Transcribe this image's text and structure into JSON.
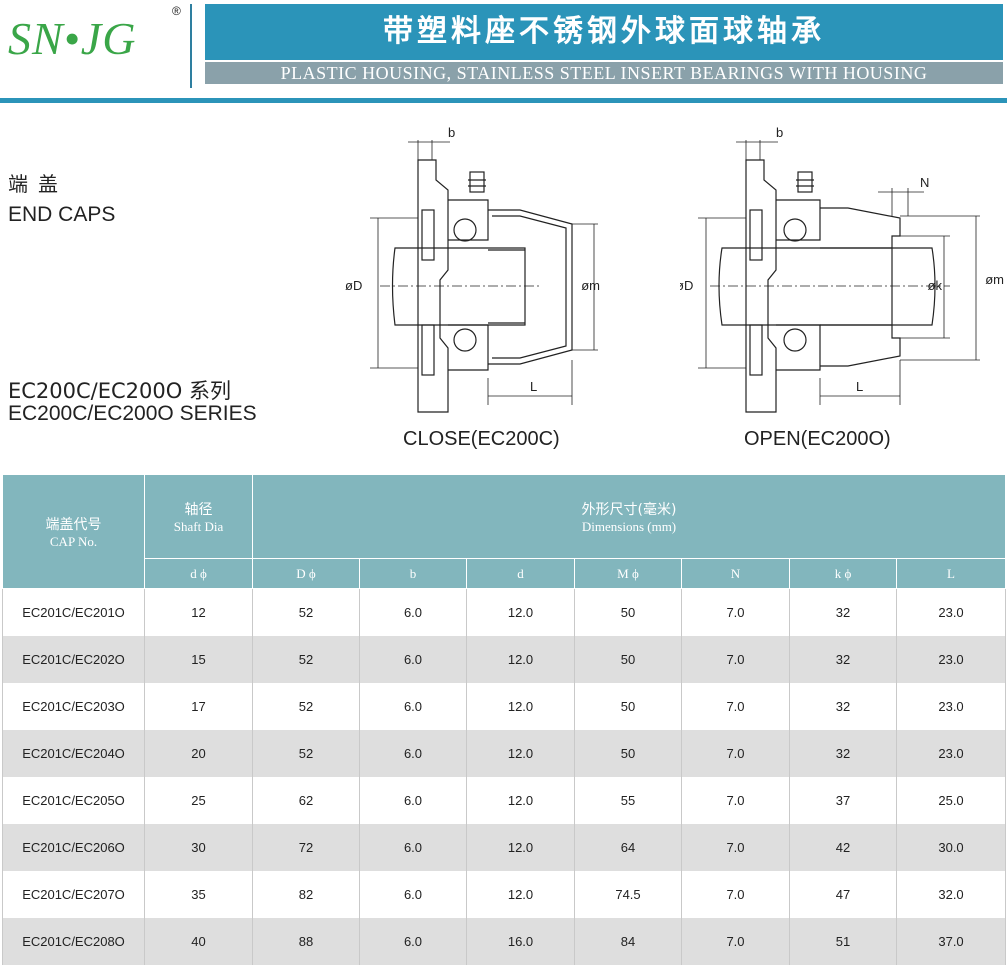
{
  "header": {
    "logo": "SN•JG",
    "reg_mark": "®",
    "title_cn": "带塑料座不锈钢外球面球轴承",
    "title_en": "PLASTIC HOUSING, STAINLESS STEEL INSERT BEARINGS WITH HOUSING"
  },
  "section": {
    "name_cn": "端盖",
    "name_en": "END CAPS",
    "series_cn": "EC200C/EC200O 系列",
    "series_en": "EC200C/EC200O SERIES"
  },
  "diagrams": {
    "close": {
      "caption": "CLOSE(EC200C)",
      "labels": {
        "b": "b",
        "D": "øD",
        "m": "øm",
        "L": "L"
      }
    },
    "open": {
      "caption": "OPEN(EC200O)",
      "labels": {
        "b": "b",
        "N": "N",
        "D": "øD",
        "k": "øk",
        "m": "øm",
        "L": "L"
      }
    }
  },
  "table": {
    "header": {
      "cap_cn": "端盖代号",
      "cap_en": "CAP No.",
      "shaft_cn": "轴径",
      "shaft_en": "Shaft  Dia",
      "dim_cn": "外形尺寸(毫米)",
      "dim_en": "Dimensions  (mm)"
    },
    "subheaders": [
      "d ϕ",
      "D ϕ",
      "b",
      "d",
      "M ϕ",
      "N",
      "k ϕ",
      "L"
    ],
    "rows": [
      [
        "EC201C/EC201O",
        "12",
        "52",
        "6.0",
        "12.0",
        "50",
        "7.0",
        "32",
        "23.0"
      ],
      [
        "EC201C/EC202O",
        "15",
        "52",
        "6.0",
        "12.0",
        "50",
        "7.0",
        "32",
        "23.0"
      ],
      [
        "EC201C/EC203O",
        "17",
        "52",
        "6.0",
        "12.0",
        "50",
        "7.0",
        "32",
        "23.0"
      ],
      [
        "EC201C/EC204O",
        "20",
        "52",
        "6.0",
        "12.0",
        "50",
        "7.0",
        "32",
        "23.0"
      ],
      [
        "EC201C/EC205O",
        "25",
        "62",
        "6.0",
        "12.0",
        "55",
        "7.0",
        "37",
        "25.0"
      ],
      [
        "EC201C/EC206O",
        "30",
        "72",
        "6.0",
        "12.0",
        "64",
        "7.0",
        "42",
        "30.0"
      ],
      [
        "EC201C/EC207O",
        "35",
        "82",
        "6.0",
        "12.0",
        "74.5",
        "7.0",
        "47",
        "32.0"
      ],
      [
        "EC201C/EC208O",
        "40",
        "88",
        "6.0",
        "16.0",
        "84",
        "7.0",
        "51",
        "37.0"
      ]
    ]
  }
}
